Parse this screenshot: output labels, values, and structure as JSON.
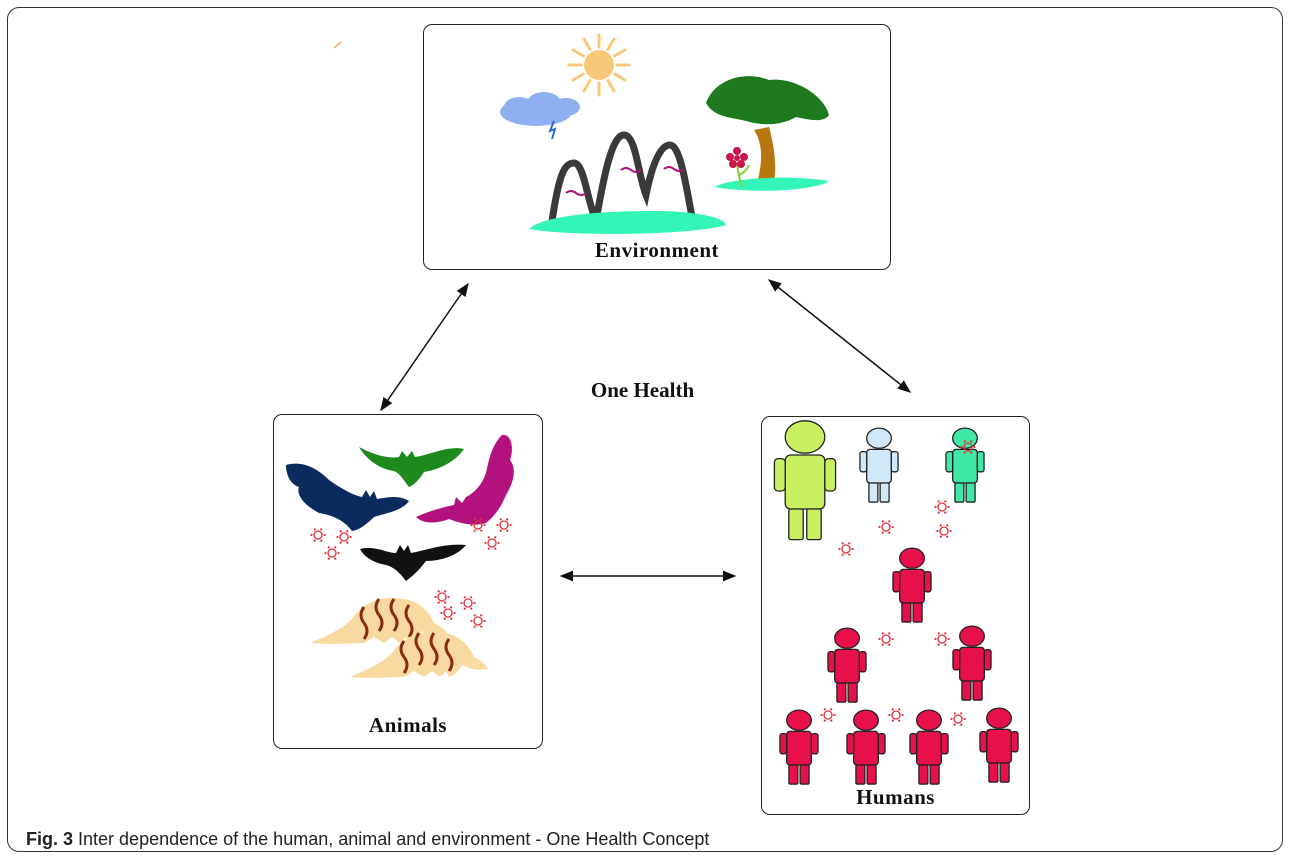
{
  "figure": {
    "center_title": "One Health",
    "caption_label": "Fig. 3",
    "caption_text": "Inter dependence of the human, animal and environment - One Health Concept"
  },
  "panels": {
    "environment": {
      "label": "Environment"
    },
    "animals": {
      "label": "Animals"
    },
    "humans": {
      "label": "Humans"
    }
  },
  "colors": {
    "sun": "#f8c878",
    "cloud": "#8fb0f0",
    "mountain": "#3a3a3a",
    "grass": "#33f5b8",
    "tree_canopy": "#1f7a1f",
    "tree_trunk": "#b8760e",
    "flower": "#c8164a",
    "bat_navy": "#0b2a5e",
    "bat_green": "#1e8a1e",
    "bat_magenta": "#b3127e",
    "bat_black": "#111111",
    "armadillo": "#f8d9a0",
    "armadillo_stripe": "#8b2a10",
    "germ": "#e0303a",
    "human_lime": "#c8f060",
    "human_lightblue": "#d0e8f8",
    "human_mint": "#40e8a8",
    "human_red": "#e8104a"
  }
}
